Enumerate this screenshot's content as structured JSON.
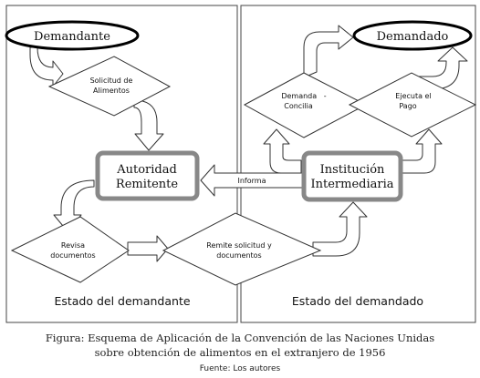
{
  "nodes": {
    "demandante": "Demandante",
    "demandado": "Demandado",
    "solicitud": [
      "Solicitud de",
      "Alimentos"
    ],
    "autoridad": [
      "Autoridad",
      "Remitente"
    ],
    "institucion": [
      "Institución",
      "Intermediaria"
    ],
    "informa": "Informa",
    "revisa": [
      "Revisa",
      "documentos"
    ],
    "remite": [
      "Remite solicitud y",
      "documentos"
    ],
    "demanda_concilia": [
      "Demanda   -",
      "Concilia"
    ],
    "ejecuta": [
      "Ejecuta el",
      "Pago"
    ]
  },
  "panels": {
    "left_label": "Estado del demandante",
    "right_label": "Estado del demandado"
  },
  "caption": {
    "line1": "Figura: Esquema de Aplicación de la Convención de las Naciones Unidas",
    "line2": "sobre obtención de alimentos en el extranjero de 1956",
    "source": "Fuente: Los autores"
  }
}
